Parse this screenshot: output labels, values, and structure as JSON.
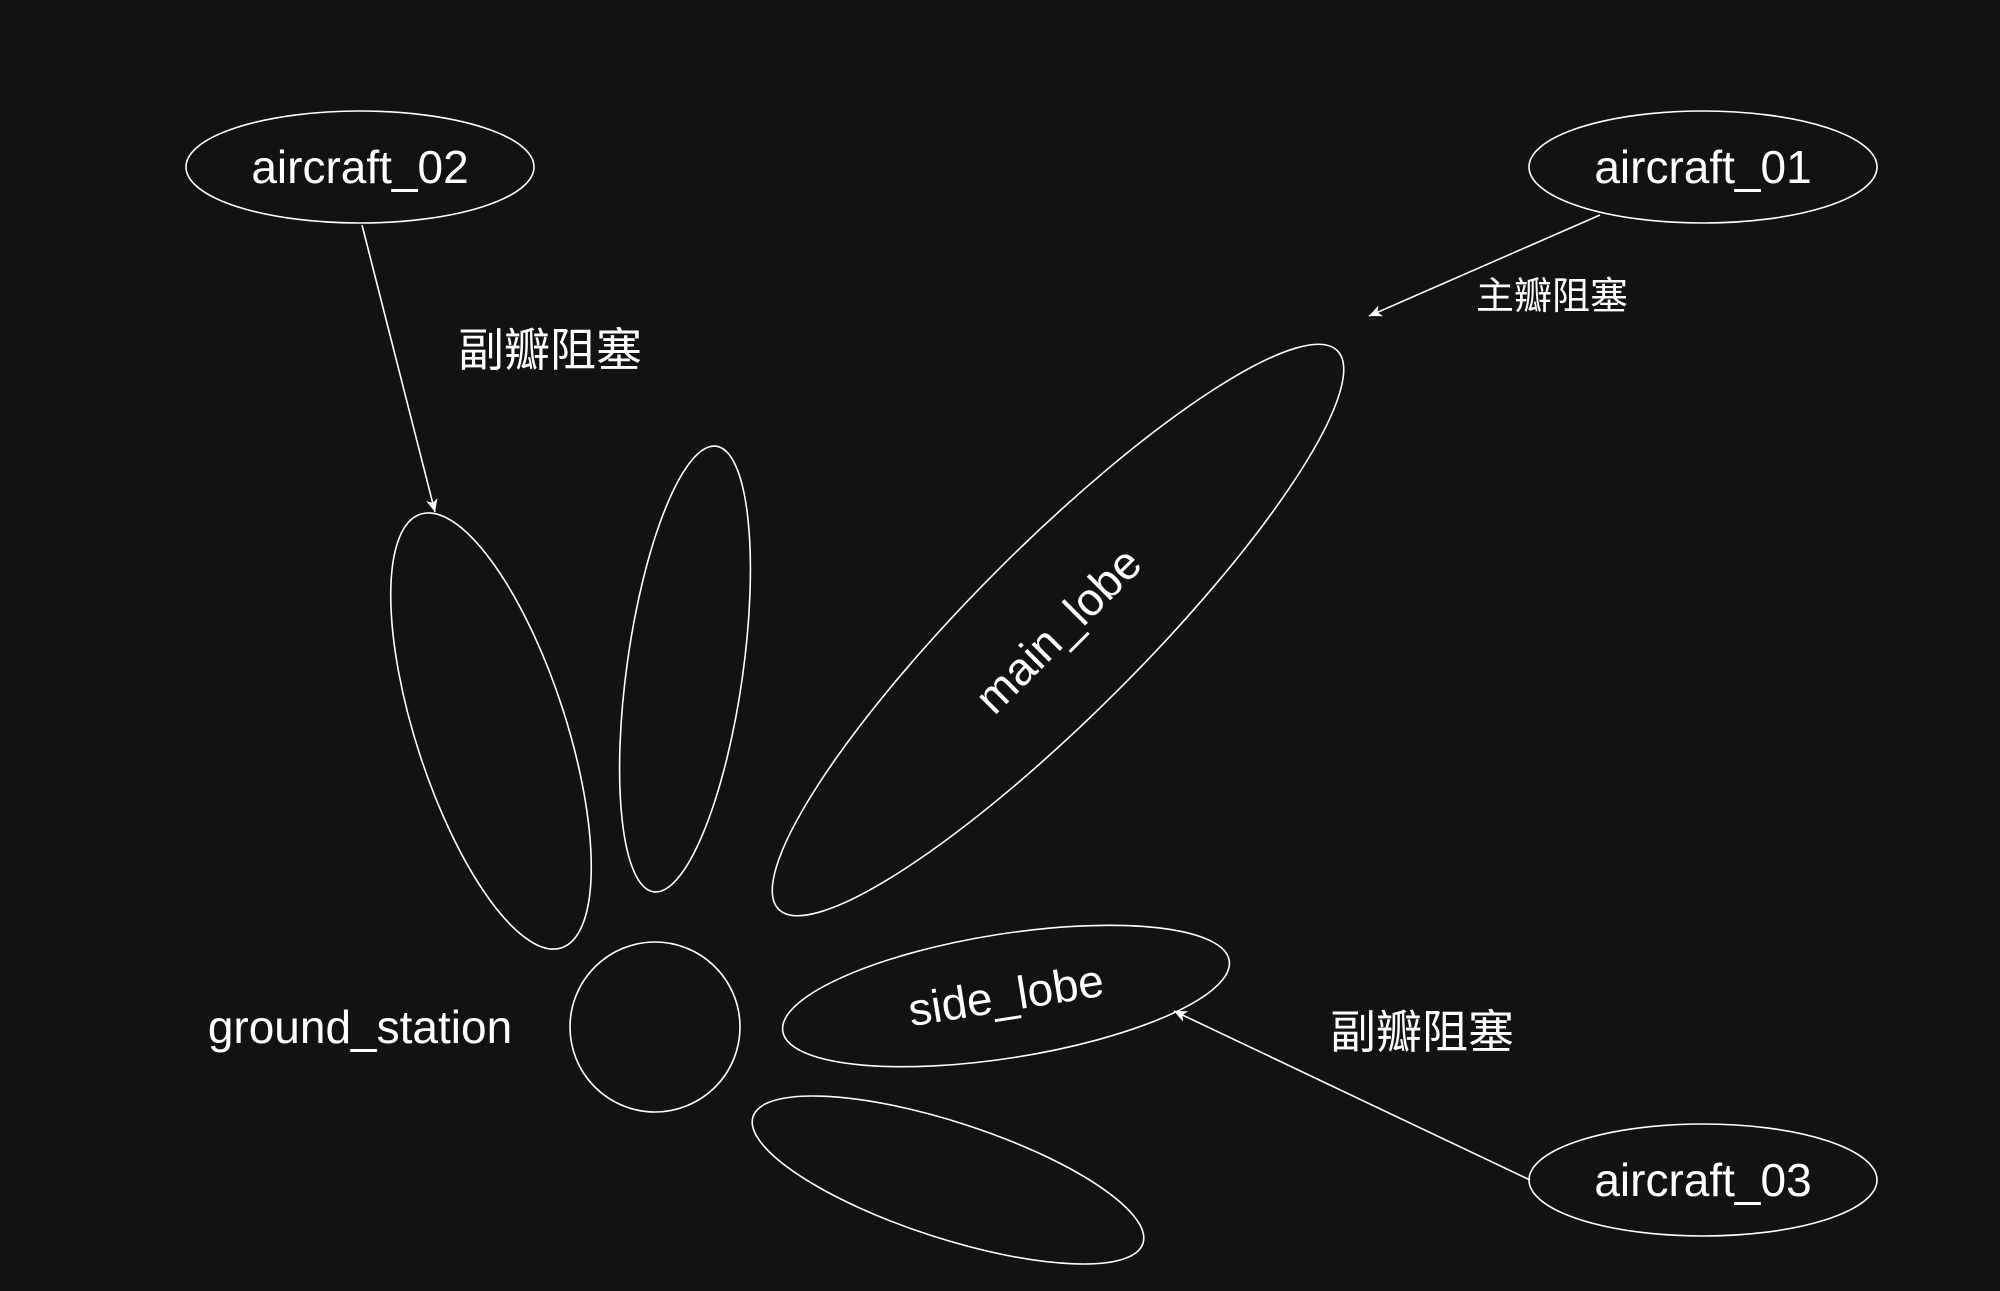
{
  "diagram": {
    "colors": {
      "background": "#121212",
      "stroke": "#ffffff",
      "text": "#ffffff"
    },
    "nodes": {
      "aircraft_01": "aircraft_01",
      "aircraft_02": "aircraft_02",
      "aircraft_03": "aircraft_03",
      "ground_station": "ground_station"
    },
    "lobes": {
      "main_lobe": "main_lobe",
      "side_lobe": "side_lobe"
    },
    "edges": {
      "aircraft_01_to_main_lobe": "主瓣阻塞",
      "aircraft_02_to_side_lobe_left": "副瓣阻塞",
      "aircraft_03_to_side_lobe": "副瓣阻塞"
    }
  }
}
